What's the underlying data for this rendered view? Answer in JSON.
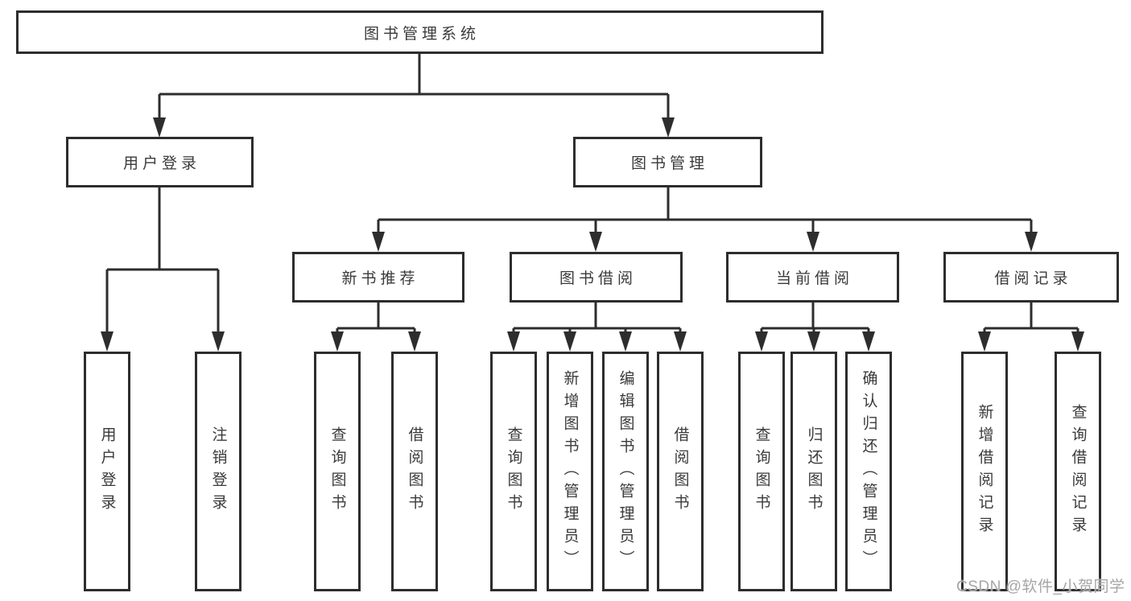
{
  "root": {
    "label": "图书管理系统"
  },
  "level2": [
    {
      "label": "用户登录"
    },
    {
      "label": "图书管理"
    }
  ],
  "level3": [
    {
      "label": "新书推荐",
      "parent": "图书管理"
    },
    {
      "label": "图书借阅",
      "parent": "图书管理"
    },
    {
      "label": "当前借阅",
      "parent": "图书管理"
    },
    {
      "label": "借阅记录",
      "parent": "图书管理"
    }
  ],
  "leaves": [
    {
      "label": "用户登录",
      "parent": "用户登录"
    },
    {
      "label": "注销登录",
      "parent": "用户登录"
    },
    {
      "label": "查询图书",
      "parent": "新书推荐"
    },
    {
      "label": "借阅图书",
      "parent": "新书推荐"
    },
    {
      "label": "查询图书",
      "parent": "图书借阅"
    },
    {
      "label": "新增图书（管理员）",
      "parent": "图书借阅"
    },
    {
      "label": "编辑图书（管理员）",
      "parent": "图书借阅"
    },
    {
      "label": "借阅图书",
      "parent": "图书借阅"
    },
    {
      "label": "查询图书",
      "parent": "当前借阅"
    },
    {
      "label": "归还图书",
      "parent": "当前借阅"
    },
    {
      "label": "确认归还（管理员）",
      "parent": "当前借阅"
    },
    {
      "label": "新增借阅记录",
      "parent": "借阅记录"
    },
    {
      "label": "查询借阅记录",
      "parent": "借阅记录"
    }
  ],
  "watermark": {
    "text": "CSDN @软件_小贺同学"
  },
  "colors": {
    "line": "#2d2d2d",
    "text": "#3a3a3a",
    "background": "#ffffff",
    "watermark": "#a6a6a6"
  }
}
